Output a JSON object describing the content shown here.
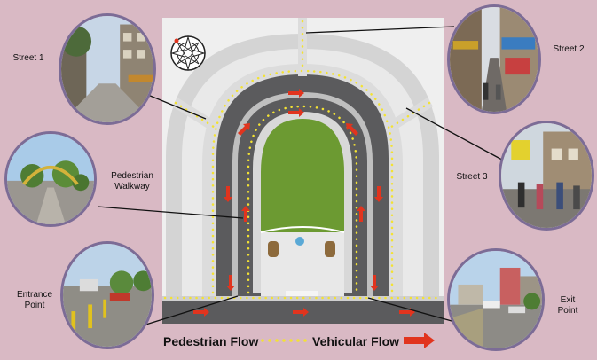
{
  "labels": {
    "street1": "Street 1",
    "street2": "Street 2",
    "street3": "Street 3",
    "pedestrian_walkway_1": "Pedestrian",
    "pedestrian_walkway_2": "Walkway",
    "entrance_1": "Entrance",
    "entrance_2": "Point",
    "exit_1": "Exit",
    "exit_2": "Point"
  },
  "legend": {
    "pedestrian": "Pedestrian Flow",
    "vehicular": "Vehicular Flow"
  },
  "colors": {
    "background": "#d9b9c4",
    "road": "#5b5b5d",
    "sidewalk": "#c9c9c9",
    "lawn": "#6c9a32",
    "pedestrian_dot": "#f3e233",
    "vehicle_arrow": "#e1341e",
    "photo_border": "#7c6c96"
  },
  "icons": {
    "compass": "compass-rose-icon",
    "flow_arrow": "arrow-right-icon"
  }
}
